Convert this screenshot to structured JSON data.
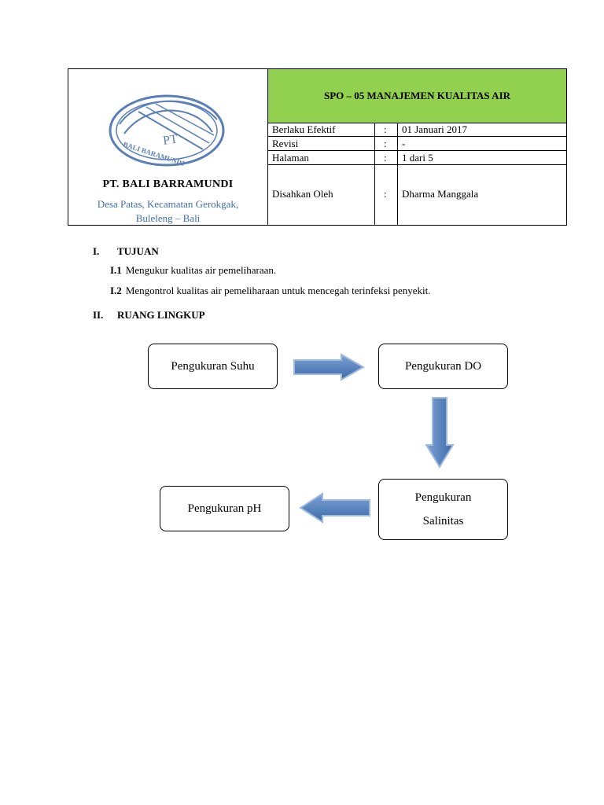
{
  "header": {
    "logo_text_top": "PT",
    "logo_text_arc": "BALI BARAMUNDI",
    "company_name": "PT. BALI BARRAMUNDI",
    "address_line1": "Desa Patas,  Kecamatan Gerokgak,",
    "address_line2": "Buleleng – Bali",
    "title": "SPO – 05 MANAJEMEN KUALITAS AIR",
    "rows": [
      {
        "label": "Berlaku Efektif",
        "colon": ":",
        "value": "01 Januari 2017"
      },
      {
        "label": "Revisi",
        "colon": ":",
        "value": "-"
      },
      {
        "label": "Halaman",
        "colon": ":",
        "value": "1 dari 5"
      },
      {
        "label": "Disahkan Oleh",
        "colon": ":",
        "value": "Dharma Manggala"
      }
    ]
  },
  "sections": [
    {
      "num": "I.",
      "title": "TUJUAN",
      "items": [
        {
          "num": "I.1",
          "text": "Mengukur kualitas air pemeliharaan."
        },
        {
          "num": "I.2",
          "text": "Mengontrol kualitas air pemeliharaan untuk mencegah terinfeksi penyekit."
        }
      ]
    },
    {
      "num": "II.",
      "title": "RUANG LINGKUP",
      "items": []
    }
  ],
  "flow": {
    "suhu": "Pengukuran Suhu",
    "do": "Pengukuran DO",
    "salinitas_line1": "Pengukuran",
    "salinitas_line2": "Salinitas",
    "ph": "Pengukuran pH"
  },
  "colors": {
    "title_bg": "#92d050",
    "address_text": "#3f6fb0",
    "arrow_fill": "#4f81bd",
    "logo_ink": "#5a7fb8"
  }
}
